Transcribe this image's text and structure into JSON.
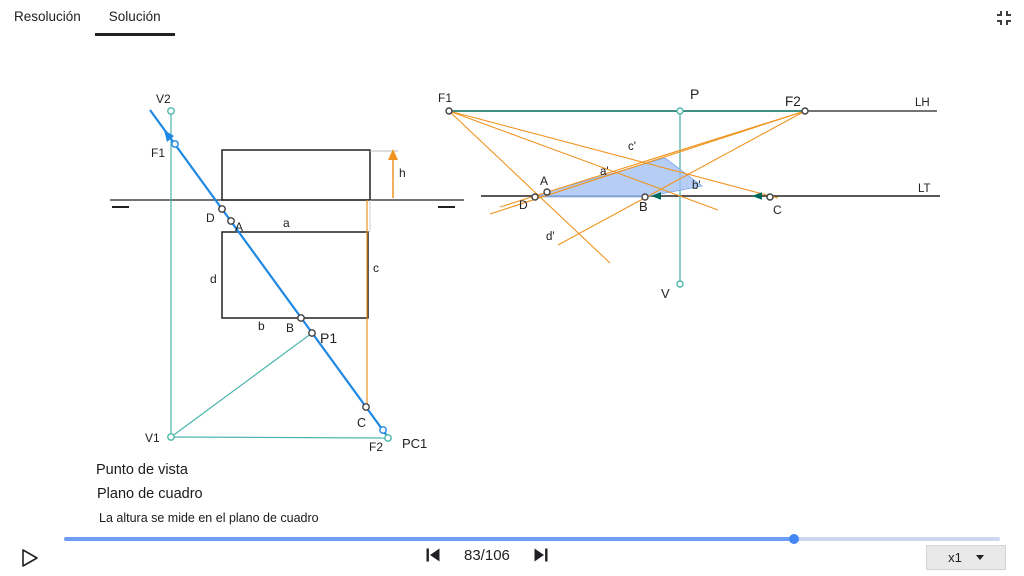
{
  "header": {
    "tabs": [
      {
        "label": "Resolución"
      },
      {
        "label": "Solución"
      }
    ]
  },
  "captions": {
    "step1": "Punto de vista",
    "step2": "Plano de cuadro",
    "note": "La altura se mide en el plano de cuadro"
  },
  "player": {
    "counter": "83/106",
    "speed": "x1",
    "progress_pct": 78
  },
  "colors": {
    "line_blue": "#1e88e5",
    "teal": "#4db6ac",
    "orange": "#ef941f",
    "dark_teal": "#00695c",
    "plane_fill": "#a4c2f4",
    "progress_blue": "#4285f4"
  },
  "plan": {
    "labels": {
      "V2": "V2",
      "F1": "F1",
      "h": "h",
      "D": "D",
      "A": "A",
      "a": "a",
      "d": "d",
      "c": "c",
      "b": "b",
      "B": "B",
      "P1": "P1",
      "C": "C",
      "V1": "V1",
      "F2": "F2",
      "PC1": "PC1"
    }
  },
  "persp": {
    "labels": {
      "F1": "F1",
      "P": "P",
      "F2": "F2",
      "LH": "LH",
      "LT": "LT",
      "A": "A",
      "B": "B",
      "C": "C",
      "D": "D",
      "V": "V",
      "ap": "a'",
      "bp": "b'",
      "cp": "c'",
      "dp": "d'"
    }
  }
}
